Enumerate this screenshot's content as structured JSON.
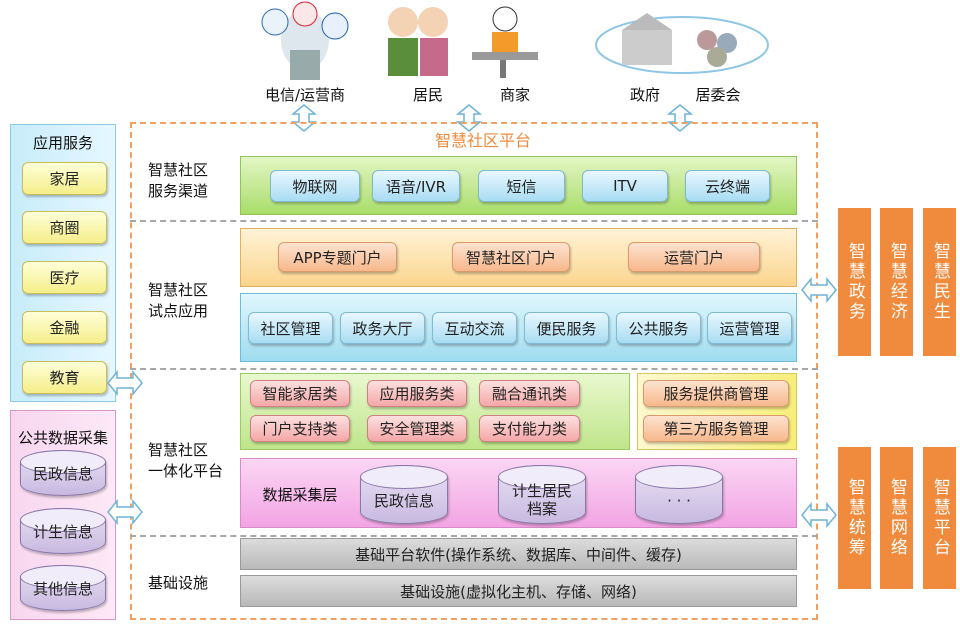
{
  "top": {
    "telecom": "电信/运营商",
    "residents": "居民",
    "merchants": "商家",
    "government": "政府",
    "committee": "居委会"
  },
  "platform_title": "智慧社区平台",
  "left": {
    "app_title": "应用服务",
    "apps": [
      "家居",
      "商圈",
      "医疗",
      "金融",
      "教育"
    ],
    "data_title": "公共数据采集",
    "data": [
      "民政信息",
      "计生信息",
      "其他信息"
    ]
  },
  "rows": {
    "channel": [
      "智慧社区",
      "服务渠道"
    ],
    "pilot": [
      "智慧社区",
      "试点应用"
    ],
    "integrated": [
      "智慧社区",
      "一体化平台"
    ],
    "infra": "基础设施"
  },
  "channels": [
    "物联网",
    "语音/IVR",
    "短信",
    "ITV",
    "云终端"
  ],
  "portals": [
    "APP专题门户",
    "智慧社区门户",
    "运营门户"
  ],
  "pilot_apps": [
    "社区管理",
    "政务大厅",
    "互动交流",
    "便民服务",
    "公共服务",
    "运营管理"
  ],
  "capabilities": [
    "智能家居类",
    "应用服务类",
    "融合通讯类",
    "门户支持类",
    "安全管理类",
    "支付能力类"
  ],
  "management": [
    "服务提供商管理",
    "第三方服务管理"
  ],
  "data_layer": {
    "label": "数据采集层",
    "items": [
      "民政信息",
      "计生居民\n档案",
      "· · ·"
    ]
  },
  "infra": {
    "software": "基础平台软件(操作系统、数据库、中间件、缓存)",
    "hardware": "基础设施(虚拟化主机、存储、网络)"
  },
  "right_top": [
    "智慧政务",
    "智慧经济",
    "智慧民生"
  ],
  "right_bottom": [
    "智慧统筹",
    "智慧网络",
    "智慧平台"
  ],
  "colors": {
    "accent": "#f08a3c",
    "dashed": "#f0a060"
  }
}
